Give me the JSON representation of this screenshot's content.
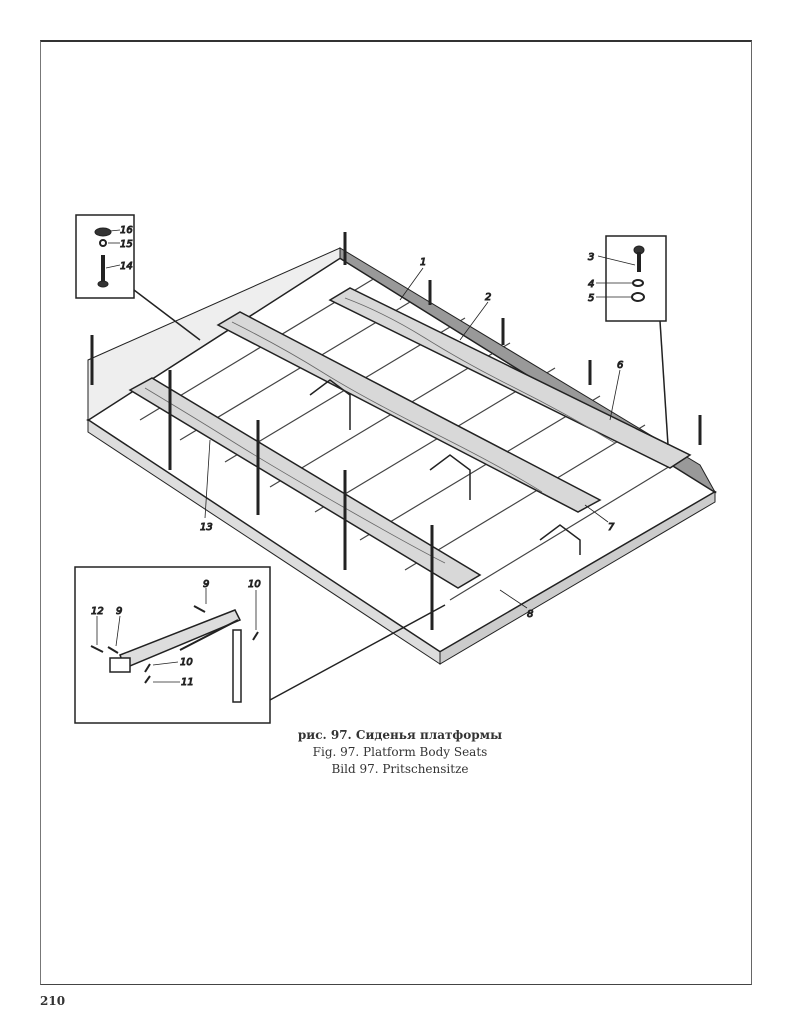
{
  "figure": {
    "callouts_main": [
      "1",
      "2",
      "6",
      "7",
      "8",
      "13"
    ],
    "inset_top_left": [
      "16",
      "15",
      "14"
    ],
    "inset_top_right": [
      "3",
      "4",
      "5"
    ],
    "inset_bottom_left": [
      "12",
      "9",
      "9",
      "10",
      "10",
      "11"
    ]
  },
  "caption": {
    "ru": "рис. 97. Сиденья платформы",
    "en": "Fig. 97. Platform Body Seats",
    "de": "Bild 97. Pritschensitze"
  },
  "page_number": "210"
}
